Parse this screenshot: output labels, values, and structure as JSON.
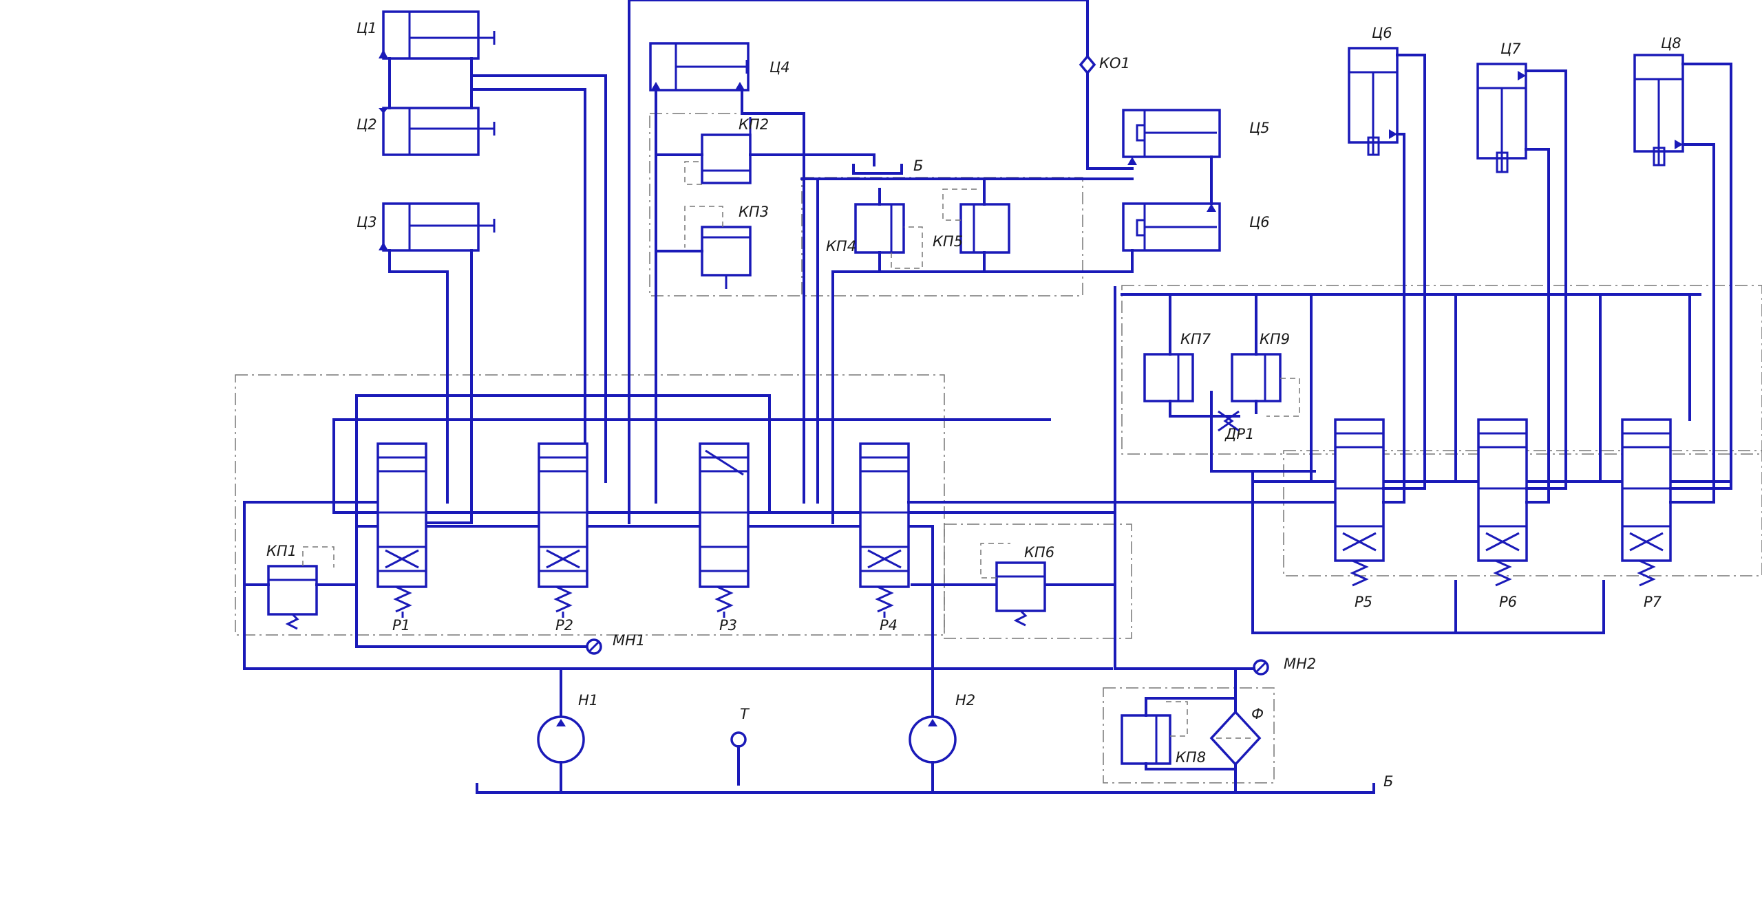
{
  "diagram": {
    "type": "hydraulic-schematic",
    "line_color": "#1a1ab8",
    "label_color": "#1a1a1a",
    "cylinders": [
      "Ц1",
      "Ц2",
      "Ц3",
      "Ц4",
      "Ц5",
      "Ц6",
      "Ц6",
      "Ц7",
      "Ц8"
    ],
    "relief_valves": [
      "КП1",
      "КП2",
      "КП3",
      "КП4",
      "КП5",
      "КП6",
      "КП7",
      "КП8",
      "КП9"
    ],
    "distributors": [
      "Р1",
      "Р2",
      "Р3",
      "Р4",
      "Р5",
      "Р6",
      "Р7"
    ],
    "pumps": [
      "Н1",
      "Н2"
    ],
    "gauges": [
      "МН1",
      "МН2"
    ],
    "check_valve": "КО1",
    "throttle": "ДР1",
    "filter": "Ф",
    "thermometer": "Т",
    "tank_labels": [
      "Б",
      "Б"
    ]
  }
}
